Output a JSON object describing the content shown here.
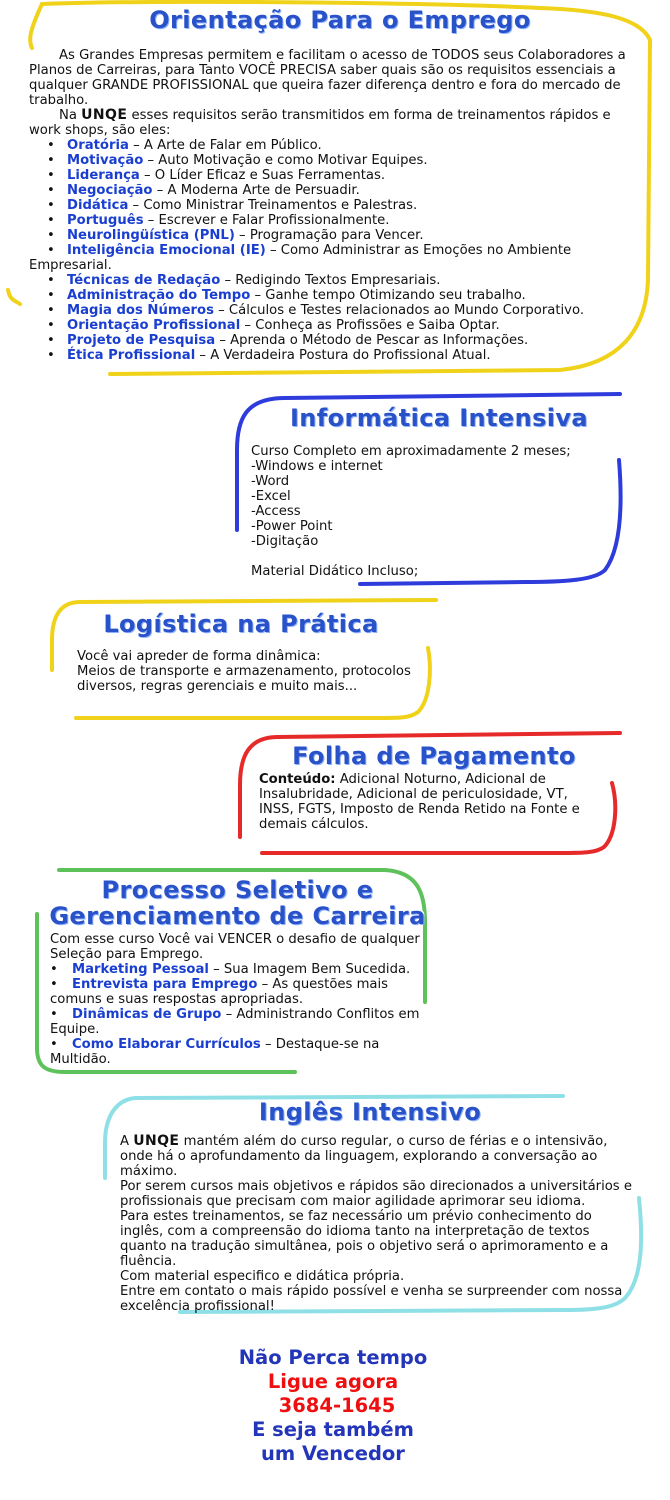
{
  "colors": {
    "title": "#2a52c8",
    "keyword": "#1a3fd0",
    "yellow_frame": "#f0d21a",
    "blue_frame": "#2f3cdc",
    "red_frame": "#e62a2a",
    "green_frame": "#5ec25a",
    "cyan_frame": "#8fe0e6",
    "cta_blue": "#2335b8",
    "cta_red": "#ee1010"
  },
  "brand": "UNQE",
  "section1": {
    "title": "Orientação Para o Emprego",
    "intro": "As Grandes Empresas permitem e facilitam o acesso de TODOS seus Colaboradores a Planos de Carreiras, para Tanto VOCÊ PRECISA saber quais são os requisitos essenciais a qualquer GRANDE PROFISSIONAL que queira fazer diferença dentro e fora do mercado de trabalho.",
    "intro2_pre": "Na",
    "intro2_post": "esses requisitos serão transmitidos em forma de treinamentos rápidos e work shops, são eles:",
    "items": [
      {
        "kw": "Oratória",
        "text": " – A Arte de Falar em Público."
      },
      {
        "kw": "Motivação",
        "text": " – Auto Motivação e como Motivar Equipes."
      },
      {
        "kw": "Liderança",
        "text": " – O Líder Eficaz e Suas Ferramentas."
      },
      {
        "kw": "Negociação",
        "text": " – A Moderna Arte de Persuadir."
      },
      {
        "kw": "Didática",
        "text": " – Como Ministrar Treinamentos e Palestras."
      },
      {
        "kw": "Português",
        "text": " – Escrever e Falar Profissionalmente."
      },
      {
        "kw": "Neurolingüística (PNL)",
        "text": " – Programação para Vencer."
      },
      {
        "kw": "Inteligência Emocional (IE)",
        "text": " – Como Administrar as Emoções no Ambiente Empresarial."
      },
      {
        "kw": "Técnicas de Redação",
        "text": " – Redigindo Textos Empresariais."
      },
      {
        "kw": "Administração do Tempo",
        "text": " – Ganhe tempo Otimizando seu trabalho."
      },
      {
        "kw": "Magia dos Números",
        "text": " – Cálculos e Testes relacionados ao Mundo Corporativo."
      },
      {
        "kw": "Orientação Profissional",
        "text": " – Conheça as Profissões e Saiba Optar."
      },
      {
        "kw": "Projeto de Pesquisa",
        "text": " – Aprenda o Método de Pescar as Informações."
      },
      {
        "kw": "Ética Profissional",
        "text": " – A Verdadeira Postura do Profissional Atual."
      }
    ]
  },
  "section2": {
    "title": "Informática Intensiva",
    "lines": [
      "Curso Completo em aproximadamente 2 meses;",
      "-Windows e internet",
      "-Word",
      "-Excel",
      "-Access",
      "-Power Point",
      "-Digitação"
    ],
    "footer": "Material Didático Incluso;"
  },
  "section3": {
    "title": "Logística na Prática",
    "line1": "Você vai apreder de forma dinâmica:",
    "line2": "Meios de transporte e armazenamento, protocolos diversos, regras gerenciais e muito mais..."
  },
  "section4": {
    "title": "Folha de Pagamento",
    "label": "Conteúdo:",
    "text": " Adicional Noturno, Adicional de Insalubridade, Adicional de periculosidade, VT, INSS, FGTS, Imposto de Renda Retido na Fonte e demais cálculos."
  },
  "section5": {
    "title1": "Processo Seletivo e",
    "title2": "Gerenciamento de Carreira",
    "intro": "Com esse curso Você vai VENCER o desafio de qualquer Seleção para Emprego.",
    "items": [
      {
        "kw": "Marketing Pessoal",
        "text": " – Sua Imagem Bem Sucedida."
      },
      {
        "kw": "Entrevista para Emprego",
        "text": " – As questões mais comuns e suas respostas apropriadas."
      },
      {
        "kw": "Dinâmicas de Grupo",
        "text": " – Administrando Conflitos em Equipe."
      },
      {
        "kw": "Como Elaborar Currículos",
        "text": " – Destaque-se na Multidão."
      }
    ]
  },
  "section6": {
    "title": "Inglês Intensivo",
    "p1_pre": "A",
    "p1_post": "mantém além do curso regular, o curso de férias e o intensivão, onde há o aprofundamento da linguagem, explorando a conversação ao máximo.",
    "p2": "Por serem cursos mais objetivos e rápidos são direcionados a universitários e profissionais que precisam com maior agilidade aprimorar seu idioma.",
    "p3": "Para estes treinamentos, se faz necessário um prévio conhecimento do inglês, com a compreensão do idioma tanto na interpretação de textos quanto na tradução simultânea, pois o objetivo será o aprimoramento e a fluência.",
    "p4": "Com material especifico e didática própria.",
    "p5": "Entre em contato o mais rápido possível e venha se surpreender com nossa excelência profissional!"
  },
  "cta": {
    "line1": "Não Perca tempo",
    "line2": "Ligue agora",
    "phone": "3684-1645",
    "line4": "E seja também",
    "line5": "um Vencedor"
  }
}
